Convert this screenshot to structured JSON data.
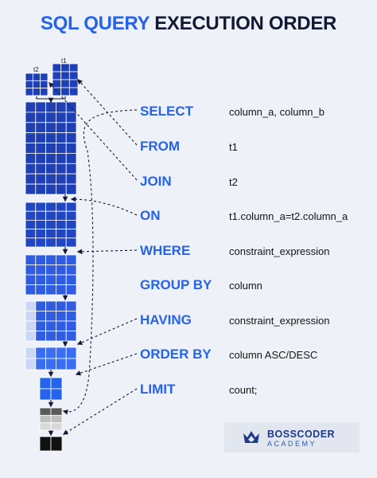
{
  "title": {
    "part1": "SQL QUERY",
    "part2": "EXECUTION ORDER"
  },
  "table_labels": {
    "t2": "t2",
    "t1": "t1"
  },
  "clauses": [
    {
      "keyword": "SELECT",
      "value": "column_a, column_b"
    },
    {
      "keyword": "FROM",
      "value": "t1"
    },
    {
      "keyword": "JOIN",
      "value": "t2"
    },
    {
      "keyword": "ON",
      "value": "t1.column_a=t2.column_a"
    },
    {
      "keyword": "WHERE",
      "value": "constraint_expression"
    },
    {
      "keyword": "GROUP BY",
      "value": "column"
    },
    {
      "keyword": "HAVING",
      "value": "constraint_expression"
    },
    {
      "keyword": "ORDER BY",
      "value": "column ASC/DESC"
    },
    {
      "keyword": "LIMIT",
      "value": "count;"
    }
  ],
  "brand": {
    "name": "BOSSCODER",
    "sub": "ACADEMY"
  },
  "colors": {
    "accent": "#2563eb",
    "title_dark": "#141a33",
    "grid_dark": "#1f3fb5",
    "grid_mid": "#2f5ce0",
    "grid_light": "#c9d8f6",
    "grey_dark": "#5a5a5a",
    "grey_light": "#bfbfbf",
    "black": "#111111"
  }
}
